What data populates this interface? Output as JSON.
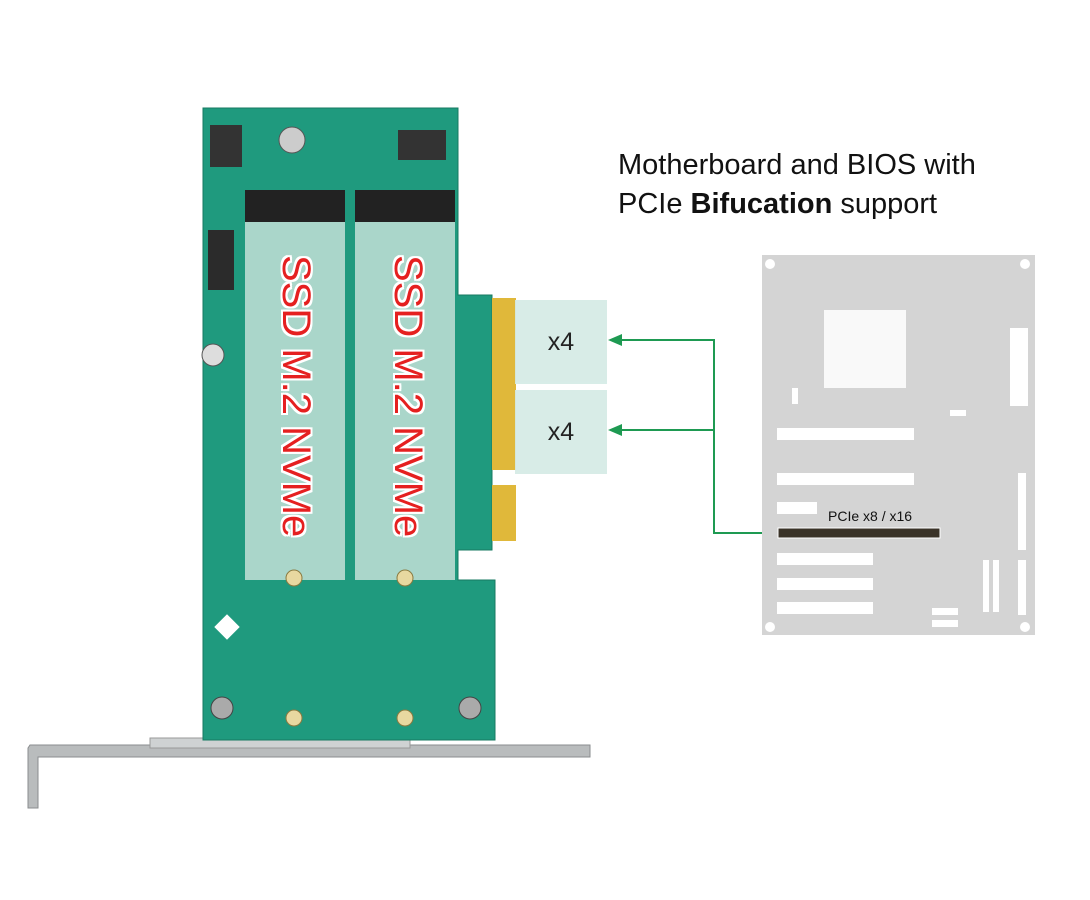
{
  "headline": {
    "line1": "Motherboard and BIOS with",
    "line2_prefix": "PCIe ",
    "line2_bold": "Bifucation",
    "line2_suffix": " support"
  },
  "lanes": [
    {
      "label": "x4"
    },
    {
      "label": "x4"
    }
  ],
  "card": {
    "slot_labels": [
      "SSD M.2 NVMe",
      "SSD M.2 NVMe"
    ]
  },
  "motherboard": {
    "slot_label": "PCIe x8 / x16"
  },
  "colors": {
    "pcb": "#1f9a7e",
    "arrow": "#1e9a52",
    "ssd_text": "#e52020",
    "motherboard": "#d4d4d4",
    "lane_box": "#d5ebe6"
  }
}
